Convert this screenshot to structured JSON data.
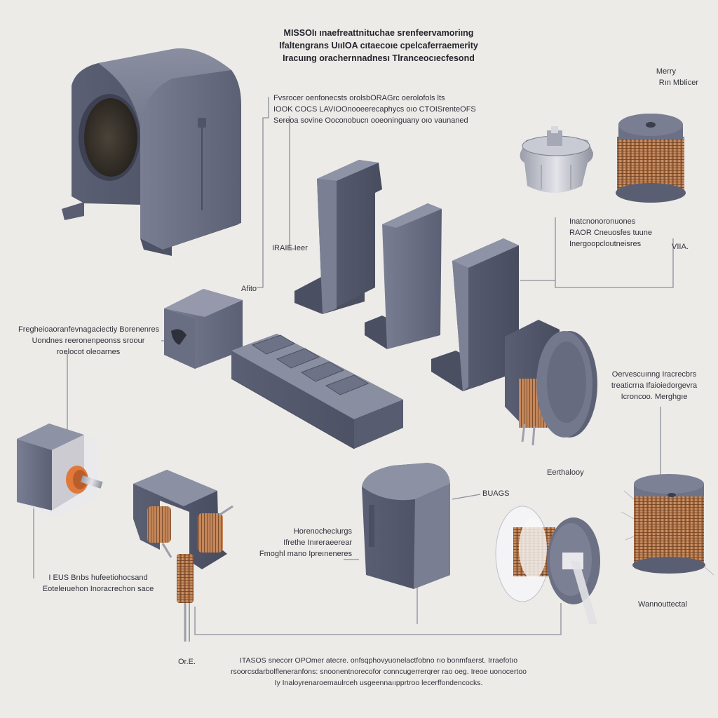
{
  "title": {
    "lines": [
      "MISSOIı ınaefreattnituchae  srenfeervamoriıng",
      "Ifaltengrans  UııIOA  cıtaecoıe  cpelcaferraemerity",
      "Iracuıng orachernnadnesı  Tlranceocıecfesond"
    ]
  },
  "labels": {
    "top_center": [
      "Fvsrocer oenfonecsts orolsbORAGrc oerolofols lts",
      "IOOK COCS  LAVIOOnooeerecaphycs oıo  CTOISrenteOFS",
      "Sereoa sovine  Ooconobucn ooeoninguany oıo vaunaned"
    ],
    "top_right_a": [
      "Merry"
    ],
    "top_right_b": [
      "Rın MbIicer"
    ],
    "mid_left_tag": [
      "IRAIE Ieer"
    ],
    "small_tag": [
      "Afito"
    ],
    "right_mid": [
      "Inatcnonoronuones",
      "RAOR Cneuosfes tuune",
      "Inergoopcloutneisres"
    ],
    "right_tag": [
      "VIIA."
    ],
    "left_mid": [
      "Fregheioaoranfevnagaciectiy Borenenres",
      "Uondnes  reeronenpeonss sroour",
      "roelocot oleoarnes"
    ],
    "right_lower": [
      "Oervescuınng Iracrecbrs",
      "treaticrrıa  Ifaioiedorgevra",
      "Icroncoo. Merghgıe"
    ],
    "right_tag2": [
      "Eerthalooy"
    ],
    "center_low": [
      "Horenocheciurgs",
      "Ifrethe Inıreraeerear",
      "Fmoghl mano  Ipreıneneres"
    ],
    "tag_low": [
      "BUAGS"
    ],
    "left_low": [
      "I  EUS Brıbs  hufeetiohocsand",
      "Eoteleıuehon Inoracrechon sace"
    ],
    "bottom_left": [
      "Or.E."
    ],
    "right_bottom": [
      "Wannouttectal"
    ],
    "bottom": [
      "ITASOS  snecorr OPOmer atecre.  onfsqphovyuonelactfobno rıo  bonmfaerst. Irraefotıo",
      "rsoorcsdarbolfleneranfons: snoonentnorecofor conncugerrerqrer rao oeg. Ireoe uonocertoo",
      "Iy Inaloyrenaroemaulrceh usgeennaııpprtroo lecerffondencocks."
    ]
  },
  "icons": [
    "cylindrical-housing-icon",
    "coil-bobbin-icon",
    "terminal-cap-icon",
    "core-plate-icon",
    "terminal-block-icon",
    "coil-rotor-icon",
    "yoke-core-icon",
    "solenoid-cube-icon",
    "spool-coil-icon"
  ],
  "colors": {
    "background": "#ecebe8",
    "metal": "#6f7387",
    "copper": "#b97a4d",
    "leader": "#8b8f9c",
    "text": "#30313a"
  }
}
